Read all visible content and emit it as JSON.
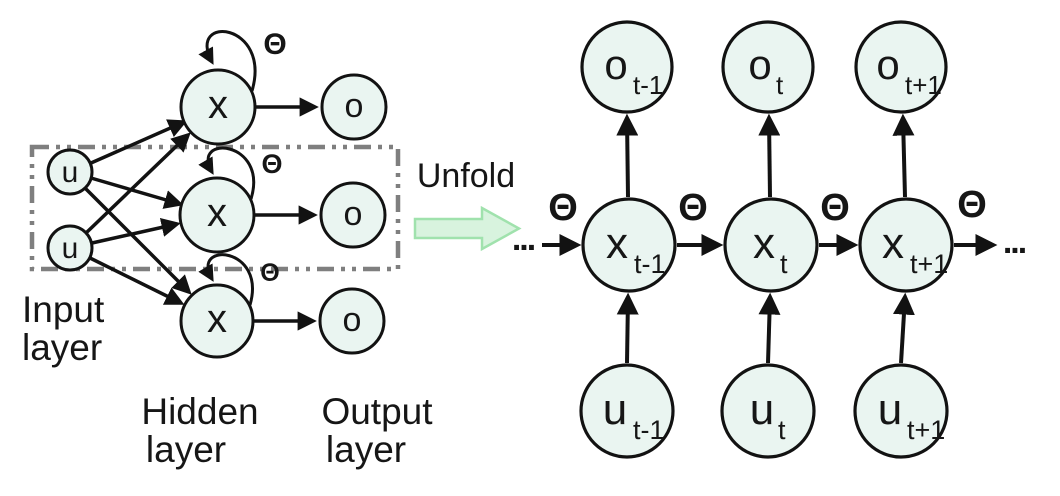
{
  "colors": {
    "background": "#ffffff",
    "node_fill": "#eaf5f1",
    "node_stroke": "#121212",
    "arrow": "#121212",
    "dashed_box": "#7f7f7f",
    "unfold_arrow_fill": "#d8f3de",
    "unfold_arrow_stroke": "#a0e2ad",
    "text": "#161616"
  },
  "folded": {
    "input_labels": [
      "u",
      "u"
    ],
    "hidden_labels": [
      "x",
      "x",
      "x"
    ],
    "output_labels": [
      "o",
      "o",
      "o"
    ],
    "theta_labels": [
      "Θ",
      "Θ",
      "Θ"
    ],
    "layer_captions": {
      "input": [
        "Input",
        "layer"
      ],
      "hidden": [
        "Hidden",
        "layer"
      ],
      "output": [
        "Output",
        "layer"
      ]
    }
  },
  "unfold": {
    "label": "Unfold"
  },
  "unfolded": {
    "ellipsis_left": "...",
    "ellipsis_right": "...",
    "theta_labels": [
      "Θ",
      "Θ",
      "Θ",
      "Θ"
    ],
    "columns": [
      {
        "o": "o",
        "x": "x",
        "u": "u",
        "sub": "t-1"
      },
      {
        "o": "o",
        "x": "x",
        "u": "u",
        "sub": "t"
      },
      {
        "o": "o",
        "x": "x",
        "u": "u",
        "sub": "t+1"
      }
    ]
  }
}
